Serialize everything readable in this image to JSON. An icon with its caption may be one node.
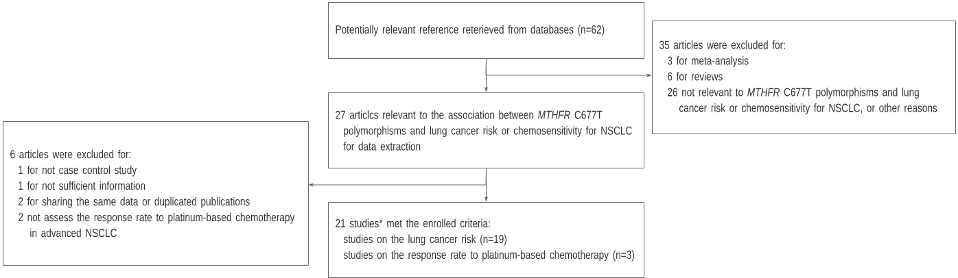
{
  "diagram": {
    "nodes": [
      {
        "text": [
          "Potentially relevant reference reterieved from databases (n=62)"
        ]
      },
      {
        "text": [
          "27 articlcs relevant to the association between *MTHFR* C677T polymorphisms and lung cancer risk or chemosensitivity for NSCLC for data extraction"
        ]
      },
      {
        "text": [
          "35 articles were excluded for:",
          "3 for meta-analysis",
          "6 for reviews",
          "26 not relevant to *MTHFR* C677T polymorphisms and lung cancer risk or chemosensitivity for NSCLC, or other reasons"
        ]
      },
      {
        "text": [
          "6 articles were excluded for:",
          "1 for not case control study",
          "1 for not sufficient information",
          "2 for sharing the same data or duplicated publications",
          "2 not assess the response rate to platinum-based chemotherapy in advanced NSCLC"
        ]
      },
      {
        "text": [
          "21 studies* met the enrolled criteria:",
          "studies on the lung cancer risk (n=19)",
          "studies on the response rate to platinum-based chemotherapy (n=3)"
        ]
      }
    ],
    "edges": [
      {
        "from": 0,
        "to": 1,
        "arrow": "to"
      },
      {
        "from": 0,
        "to": 2,
        "arrow": "to"
      },
      {
        "from": 1,
        "to": 4,
        "arrow": "to"
      },
      {
        "from": 1,
        "to": 3,
        "arrow": "to"
      }
    ]
  }
}
